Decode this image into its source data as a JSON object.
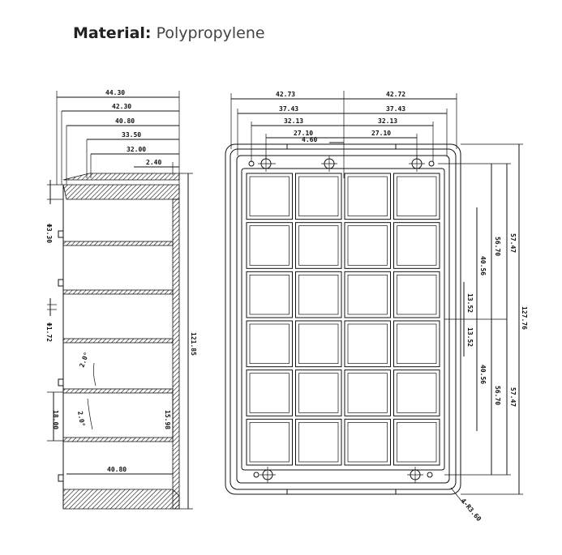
{
  "header": {
    "material_label": "Material:",
    "material_value": "Polypropylene"
  },
  "side_view": {
    "top_dims": [
      "44.30",
      "42.30",
      "40.80",
      "33.50",
      "32.00",
      "2.40"
    ],
    "left_dims": [
      "Φ3.30",
      "Φ1.72",
      "18.00"
    ],
    "height_dim": "121.85",
    "inner_dim": "15.98",
    "angle_labels": [
      "2.0°",
      "2.0°"
    ],
    "bottom_dim": "40.80"
  },
  "top_view": {
    "top_left_dims": [
      "42.73",
      "37.43",
      "32.13",
      "27.10",
      "4.60"
    ],
    "top_right_dims": [
      "42.72",
      "37.43",
      "32.13",
      "27.10"
    ],
    "right_upper_dims": [
      "57.47",
      "56.70",
      "40.56",
      "13.52"
    ],
    "right_lower_dims": [
      "13.52",
      "40.56",
      "56.70",
      "57.47"
    ],
    "overall_height": "127.76",
    "corner_radius": "4-R3.60",
    "grid_rows": 6,
    "grid_cols": 4
  }
}
